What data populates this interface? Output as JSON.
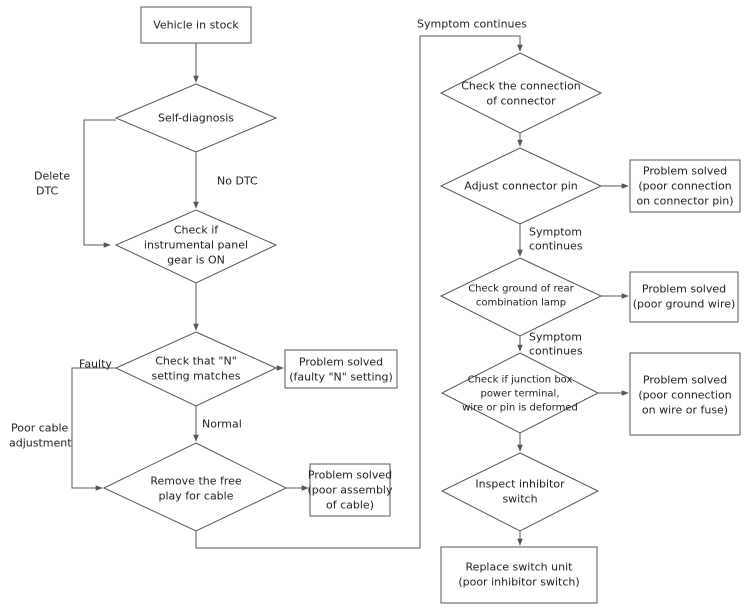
{
  "nodes": {
    "vehicle_in_stock": "Vehicle in stock",
    "self_diagnosis": "Self-diagnosis",
    "check_instrument_panel": [
      "Check if",
      "instrumental panel",
      "gear is ON"
    ],
    "check_n_setting": [
      "Check that \"N\"",
      "setting matches"
    ],
    "solved_faulty_n": [
      "Problem solved",
      "(faulty \"N\" setting)"
    ],
    "remove_free_play": [
      "Remove the free",
      "play for cable"
    ],
    "solved_poor_assembly": [
      "Problem solved",
      "(poor assembly",
      "of cable)"
    ],
    "check_connector": [
      "Check the connection",
      "of connector"
    ],
    "adjust_connector_pin": "Adjust connector pin",
    "solved_connector_pin": [
      "Problem solved",
      "(poor connection",
      "on connector pin)"
    ],
    "check_ground": [
      "Check ground of rear",
      "combination lamp"
    ],
    "solved_ground_wire": [
      "Problem solved",
      "(poor ground wire)"
    ],
    "check_junction_box": [
      "Check if junction box",
      "power terminal,",
      "wire or pin is deformed"
    ],
    "solved_wire_fuse": [
      "Problem solved",
      "(poor connection",
      "on wire or fuse)"
    ],
    "inspect_inhibitor": [
      "Inspect inhibitor",
      "switch"
    ],
    "replace_switch": [
      "Replace switch unit",
      "(poor inhibitor switch)"
    ]
  },
  "labels": {
    "delete_dtc": [
      "Delete",
      "DTC"
    ],
    "no_dtc": "No DTC",
    "faulty": "Faulty",
    "poor_cable": [
      "Poor cable",
      "adjustment"
    ],
    "normal": "Normal",
    "symptom_continues_top": "Symptom continues",
    "symptom_continues_1": [
      "Symptom",
      "continues"
    ],
    "symptom_continues_2": [
      "Symptom",
      "continues"
    ]
  }
}
